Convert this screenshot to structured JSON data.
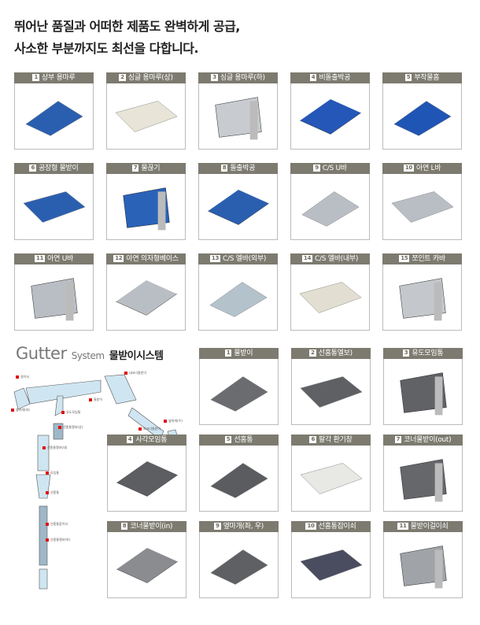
{
  "title": {
    "line1": "뛰어난 품질과 어떠한 제품도 완벽하게 공급,",
    "line2": "사소한 부분까지도 최선을 다합니다."
  },
  "products": [
    {
      "num": "1",
      "label": "상부 용마루",
      "color": "#2a5fb0"
    },
    {
      "num": "2",
      "label": "싱글 용마루(상)",
      "color": "#e8e4d8"
    },
    {
      "num": "3",
      "label": "싱글 용마루(하)",
      "color": "#c8ccd0"
    },
    {
      "num": "4",
      "label": "비돌출박공",
      "color": "#2457b8"
    },
    {
      "num": "5",
      "label": "부착물홈",
      "color": "#1f55b5"
    },
    {
      "num": "6",
      "label": "공장형 물받이",
      "color": "#2a5fb0"
    },
    {
      "num": "7",
      "label": "물끊기",
      "color": "#2a62b8"
    },
    {
      "num": "8",
      "label": "돌출박공",
      "color": "#2a5fb0"
    },
    {
      "num": "9",
      "label": "C/S U바",
      "color": "#b9bec4"
    },
    {
      "num": "10",
      "label": "아연 L바",
      "color": "#b9bec4"
    },
    {
      "num": "11",
      "label": "아연 U바",
      "color": "#b9bec4"
    },
    {
      "num": "12",
      "label": "아연 의자형베이스",
      "color": "#b9bec4"
    },
    {
      "num": "13",
      "label": "C/S 엘바(외부)",
      "color": "#b4c2cc"
    },
    {
      "num": "14",
      "label": "C/S 엘바(내부)",
      "color": "#e2dfd2"
    },
    {
      "num": "15",
      "label": "쪼인트 카바",
      "color": "#c4c8cc"
    }
  ],
  "gutter": {
    "title_en": "Gutter",
    "title_en2": "System",
    "title_kr": "물받이시스템",
    "diagram_labels": [
      "걸이쇠",
      "옆마개(좌)",
      "유도모임통",
      "물받이",
      "내코너물받이",
      "외코너물받이",
      "옆마개(우)",
      "선홈통엘보(상)",
      "선홈통엘보(대)",
      "모임통",
      "선홈통",
      "선홈통잡이쇠",
      "선홈통엘보(하)"
    ],
    "items": [
      {
        "num": "1",
        "label": "물받이",
        "color": "#6a6c70"
      },
      {
        "num": "2",
        "label": "선홈통엘보)",
        "color": "#5e6064"
      },
      {
        "num": "3",
        "label": "유도모임통",
        "color": "#606266"
      },
      {
        "num": "4",
        "label": "사각모임통",
        "color": "#5c5e62"
      },
      {
        "num": "5",
        "label": "선홈통",
        "color": "#5a5c60"
      },
      {
        "num": "6",
        "label": "팔각 환기창",
        "color": "#e8e8e4"
      },
      {
        "num": "7",
        "label": "코너물받이(out)",
        "color": "#65676b"
      },
      {
        "num": "8",
        "label": "코너물받이(in)",
        "color": "#8a8c90"
      },
      {
        "num": "9",
        "label": "옆마개(좌, 우)",
        "color": "#5e6064"
      },
      {
        "num": "10",
        "label": "선홈통잡이쇠",
        "color": "#4a4c60"
      },
      {
        "num": "11",
        "label": "물받이걸이쇠",
        "color": "#a0a4a8"
      }
    ]
  }
}
